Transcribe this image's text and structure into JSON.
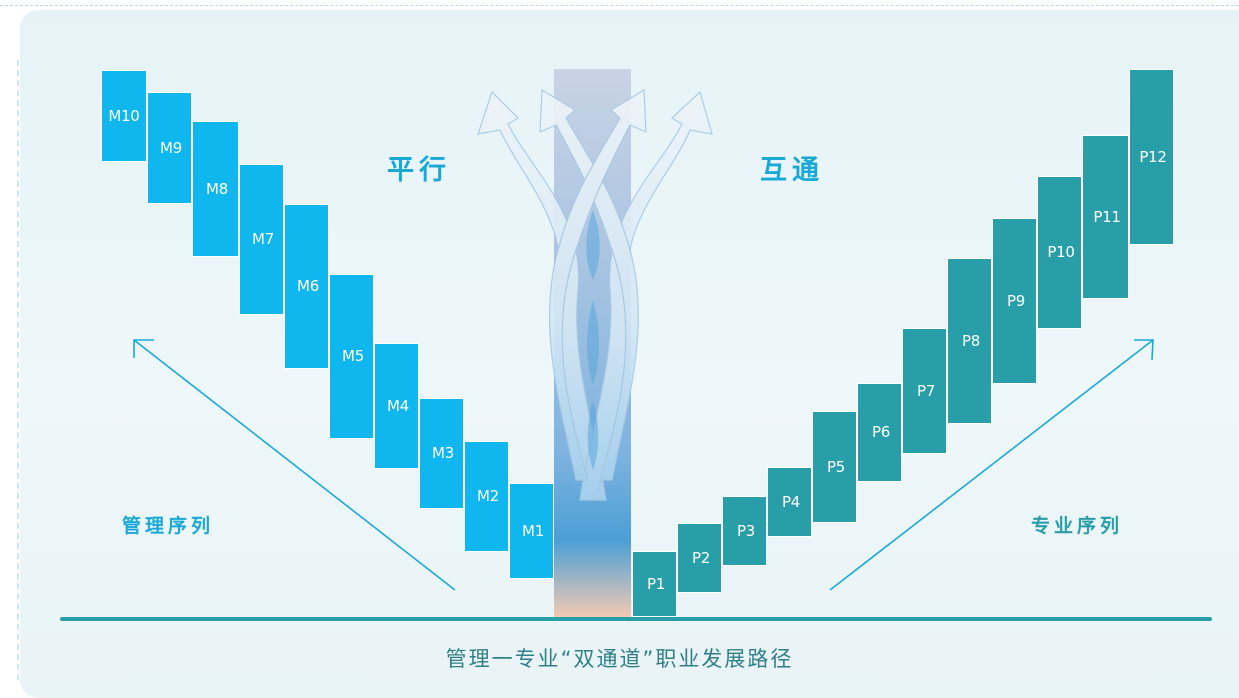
{
  "colors": {
    "management": "#10b6ee",
    "professional": "#279ea8",
    "accent_left": "#1aa9d6",
    "accent_right": "#2a9ea8"
  },
  "center": {
    "left_word": "平行",
    "right_word": "互通"
  },
  "management": {
    "label": "管理序列",
    "levels": [
      "M1",
      "M2",
      "M3",
      "M4",
      "M5",
      "M6",
      "M7",
      "M8",
      "M9",
      "M10"
    ]
  },
  "professional": {
    "label": "专业序列",
    "levels": [
      "P1",
      "P2",
      "P3",
      "P4",
      "P5",
      "P6",
      "P7",
      "P8",
      "P9",
      "P10",
      "P11",
      "P12"
    ]
  },
  "caption": "管理一专业“双通道”职业发展路径",
  "icons": {
    "center": "intertwined-arrows-icon",
    "left_arrow": "diagonal-arrow-up-left-icon",
    "right_arrow": "diagonal-arrow-up-right-icon"
  }
}
